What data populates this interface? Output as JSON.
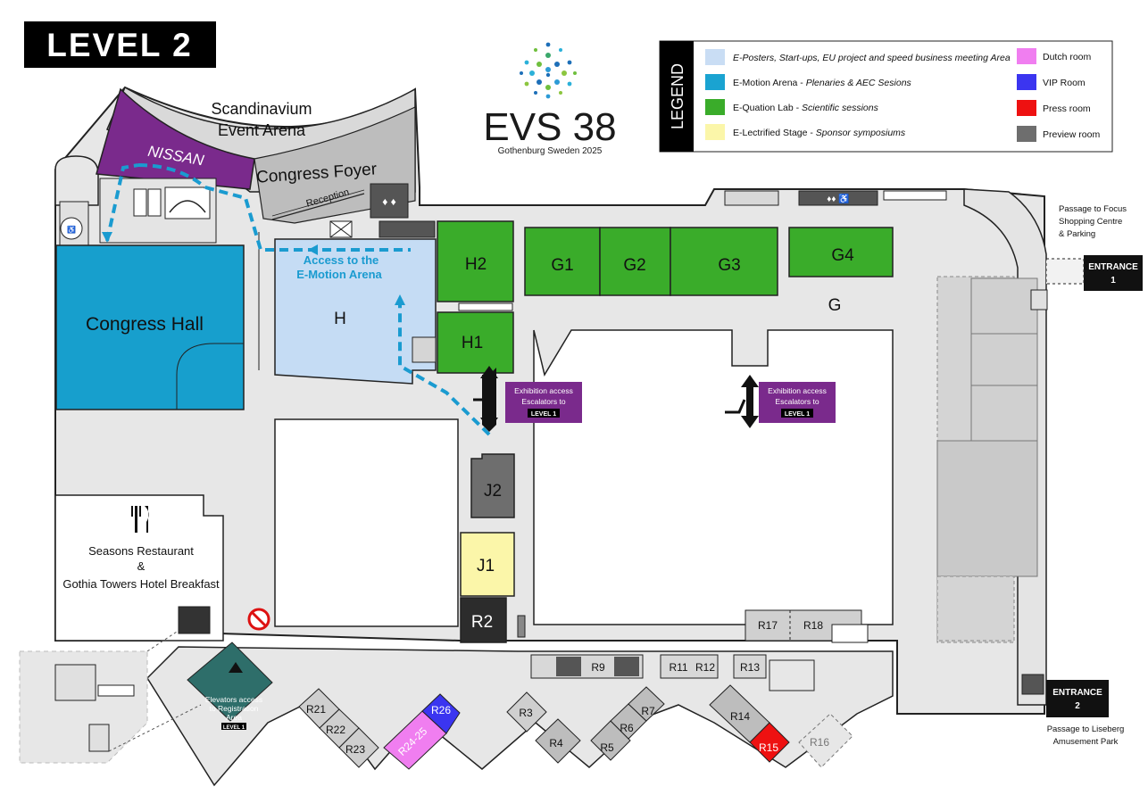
{
  "level_badge": "LEVEL 2",
  "logo": {
    "title": "EVS 38",
    "subtitle": "Gothenburg Sweden 2025"
  },
  "legend": {
    "heading": "LEGEND",
    "items": [
      {
        "color": "#c9ddf4",
        "label": "E-Posters, Start-ups, EU project and speed business meeting Area",
        "sub": ""
      },
      {
        "color": "#1aa3d1",
        "label": "E-Motion Arena - ",
        "sub": "Plenaries & AEC Sesions"
      },
      {
        "color": "#3aac2a",
        "label": "E-Quation Lab - ",
        "sub": "Scientific sessions"
      },
      {
        "color": "#fbf6a9",
        "label": "E-Lectrified Stage - ",
        "sub": "Sponsor symposiums"
      }
    ],
    "rooms": [
      {
        "color": "#f07ef0",
        "label": "Dutch room"
      },
      {
        "color": "#3b35f0",
        "label": "VIP Room"
      },
      {
        "color": "#ee1111",
        "label": "Press room"
      },
      {
        "color": "#6e6e6e",
        "label": "Preview room"
      }
    ]
  },
  "areas": {
    "arena_line1": "Scandinavium",
    "arena_line2": "Event Arena",
    "nissan": "NISSAN",
    "foyer": "Congress Foyer",
    "reception": "Reception",
    "congress_hall": "Congress Hall",
    "hall_h": "H",
    "access_line1": "Access to the",
    "access_line2": "E-Motion Arena",
    "restaurant_line1": "Seasons Restaurant",
    "restaurant_line2": "&",
    "restaurant_line3": "Gothia Towers Hotel Breakfast",
    "g_hall": "G"
  },
  "rooms": {
    "h2": "H2",
    "h1": "H1",
    "g1": "G1",
    "g2": "G2",
    "g3": "G3",
    "g4": "G4",
    "j1": "J1",
    "j2": "J2",
    "r2": "R2",
    "r3": "R3",
    "r4": "R4",
    "r5": "R5",
    "r6": "R6",
    "r7": "R7",
    "r9": "R9",
    "r11": "R11",
    "r12": "R12",
    "r13": "R13",
    "r14": "R14",
    "r15": "R15",
    "r16": "R16",
    "r17": "R17",
    "r18": "R18",
    "r21": "R21",
    "r22": "R22",
    "r23": "R23",
    "r24_25": "R24-25",
    "r26": "R26"
  },
  "callouts": {
    "exhibition_1": {
      "line1": "Exhibition access",
      "line2": "Escalators to",
      "tag": "LEVEL 1"
    },
    "exhibition_2": {
      "line1": "Exhibition access",
      "line2": "Escalators to",
      "tag": "LEVEL 1"
    },
    "elevators": {
      "line1": "Elevators access",
      "line2": "to Registration",
      "line3": "Area",
      "tag": "LEVEL 1"
    }
  },
  "entrances": {
    "e1_line1": "ENTRANCE",
    "e1_line2": "1",
    "e2_line1": "ENTRANCE",
    "e2_line2": "2",
    "focus_line1": "Passage to Focus",
    "focus_line2": "Shopping Centre",
    "focus_line3": "& Parking",
    "liseberg_line1": "Passage to Liseberg",
    "liseberg_line2": "Amusement Park"
  }
}
